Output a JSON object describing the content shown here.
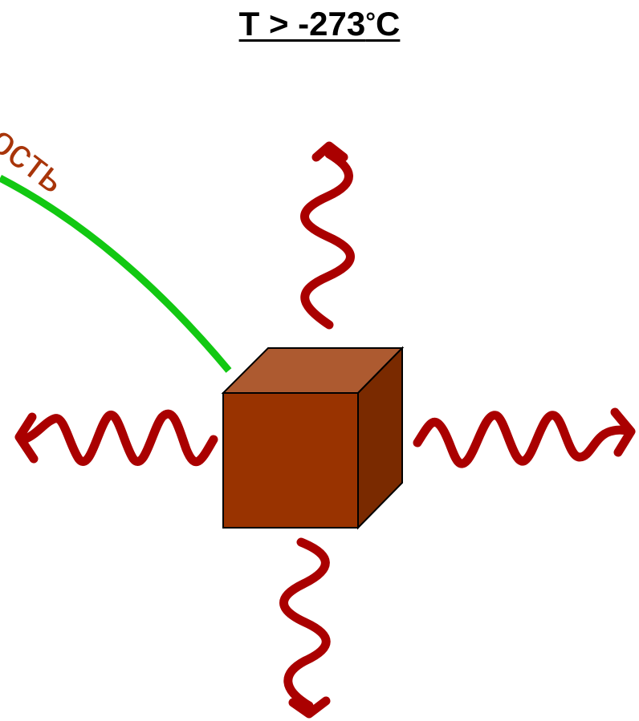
{
  "title": {
    "text": "T > -273",
    "degree": "°",
    "unit": "C"
  },
  "curve_label": "вность",
  "colors": {
    "wave": "#aa0000",
    "curve": "#12c812",
    "cube_front": "#993300",
    "cube_top": "#ad5a30",
    "cube_side": "#7a2a00",
    "label": "#a8350a"
  },
  "icons": [
    "cube-icon",
    "wave-arrow-icon"
  ]
}
